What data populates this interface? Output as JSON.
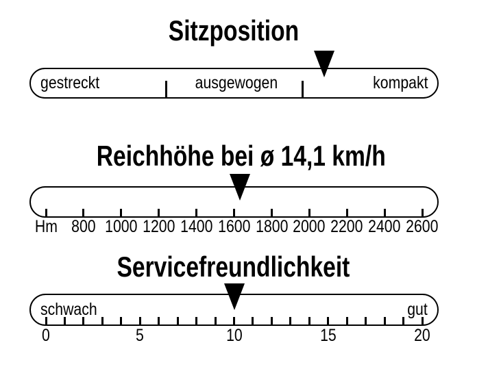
{
  "colors": {
    "ink": "#000000",
    "background": "#ffffff"
  },
  "chart_data": [
    {
      "type": "linear-gauge",
      "title": "Sitzposition",
      "zones": [
        "gestreckt",
        "ausgewogen",
        "kompakt"
      ],
      "marker": {
        "fraction": 0.72,
        "nearest_zone": "kompakt"
      }
    },
    {
      "type": "linear-gauge",
      "title": "Reichhöhe bei ø 14,1 km/h",
      "tick_labels": [
        "Hm",
        "800",
        "1000",
        "1200",
        "1400",
        "1600",
        "1800",
        "2000",
        "2200",
        "2400",
        "2600"
      ],
      "axis": {
        "unit": "Hm",
        "first_numeric_tick_index": 1,
        "first_numeric_tick_value": 800,
        "value_per_tick": 200
      },
      "marker": {
        "value": 1630
      }
    },
    {
      "type": "linear-gauge",
      "title": "Servicefreundlichkeit",
      "endpoints": [
        "schwach",
        "gut"
      ],
      "axis": {
        "min": 0,
        "max": 20,
        "minor_step": 1,
        "labeled_ticks": [
          0,
          5,
          10,
          15,
          20
        ]
      },
      "marker": {
        "value": 10
      }
    }
  ]
}
